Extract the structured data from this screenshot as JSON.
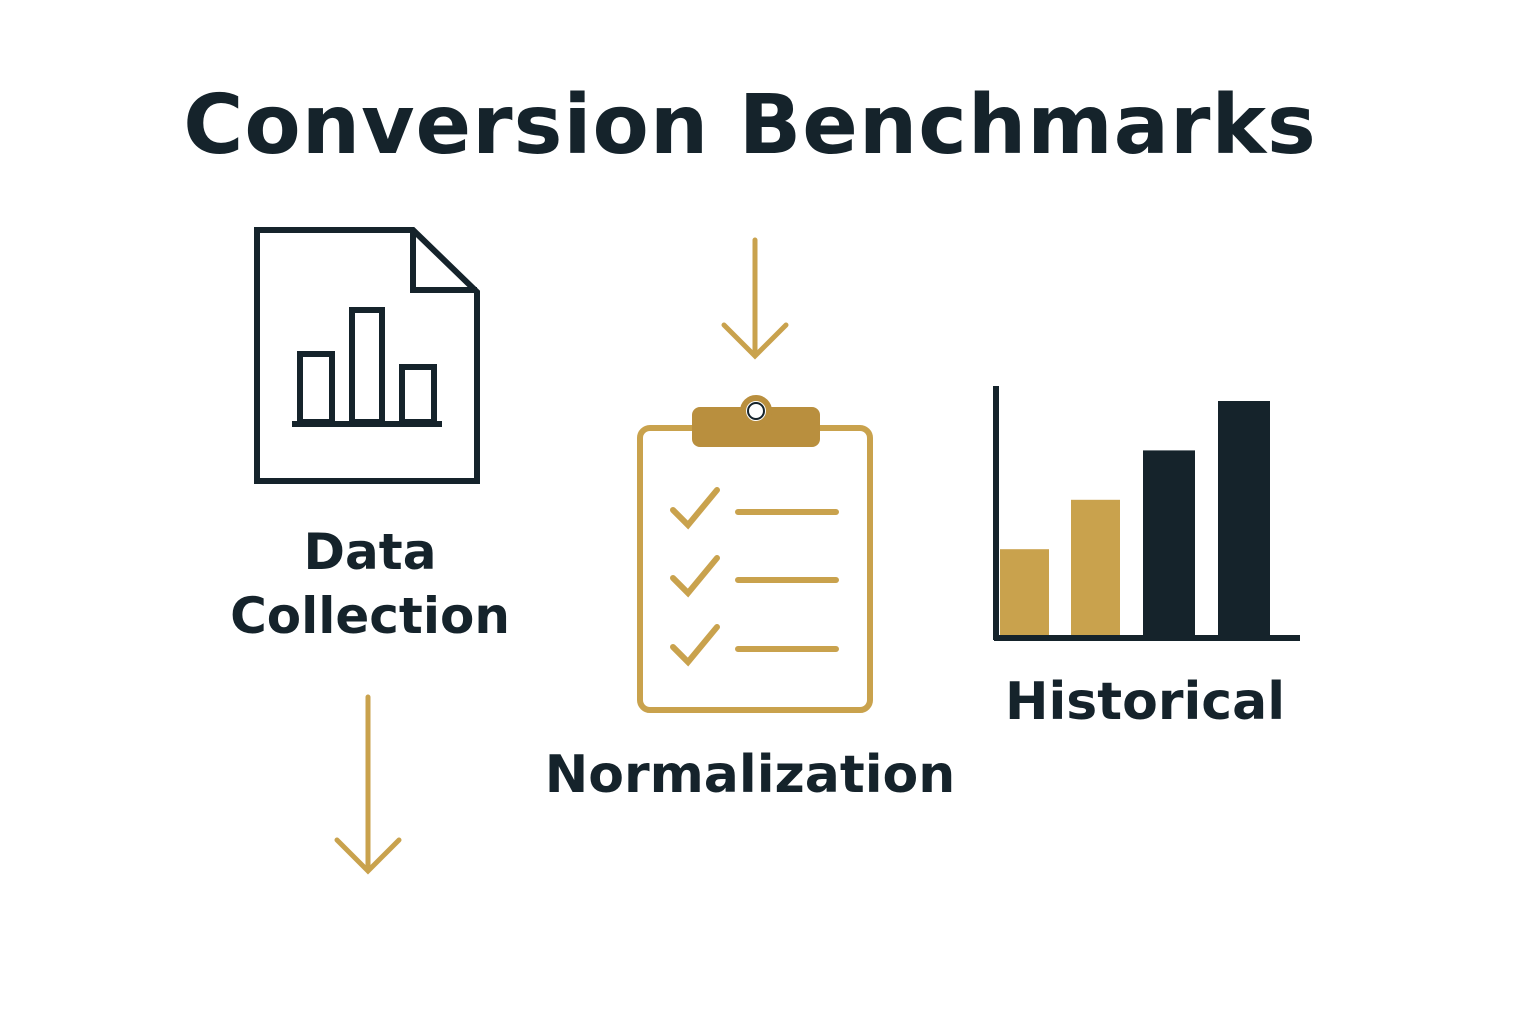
{
  "title": "Conversion Benchmarks",
  "steps": [
    {
      "label": "Data Collection",
      "icon": "document-chart-icon"
    },
    {
      "label": "Normalization",
      "icon": "clipboard-checklist-icon"
    },
    {
      "label": "Historical",
      "icon": "bar-chart-icon"
    }
  ],
  "colors": {
    "dark": "#15232b",
    "gold": "#c9a24d"
  },
  "historical_bars": [
    0.33,
    0.52,
    0.71,
    0.9
  ]
}
